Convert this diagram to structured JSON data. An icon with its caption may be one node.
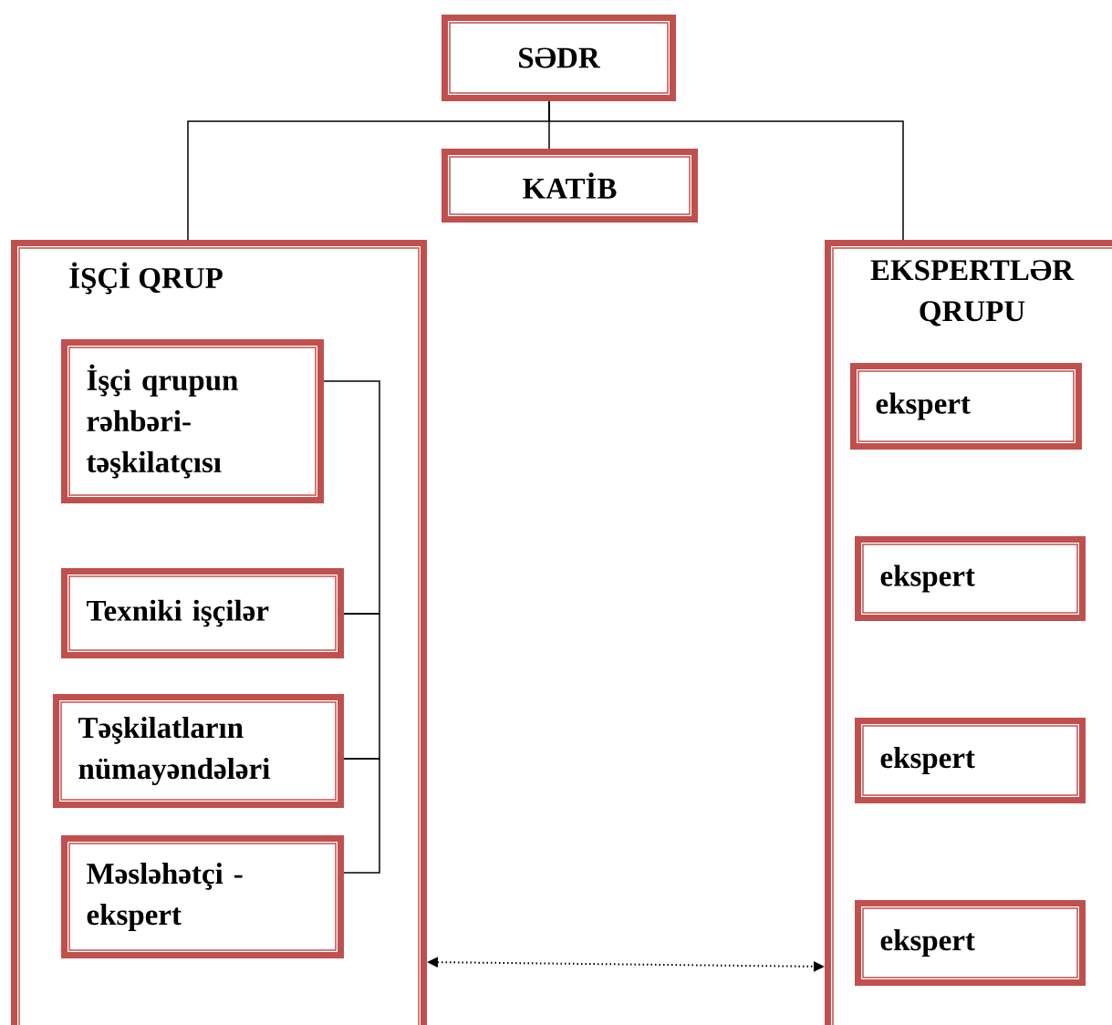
{
  "diagram": {
    "nodes": [
      {
        "text": [
          "SƏDR"
        ]
      },
      {
        "text": [
          "KATİB"
        ]
      },
      {
        "text": [
          "İŞÇİ QRUP"
        ]
      },
      {
        "text": [
          "İşçi qrupun rəhbəri-təşkilatçısı"
        ],
        "in": 2
      },
      {
        "text": [
          "Texniki işçilər"
        ],
        "in": 2
      },
      {
        "text": [
          "Təşkilatların nümayəndələri"
        ],
        "in": 2
      },
      {
        "text": [
          "Məsləhətçi - ekspert"
        ],
        "in": 2
      },
      {
        "text": [
          "EKSPERTLƏR QRUPU"
        ]
      },
      {
        "text": [
          "ekspert"
        ],
        "in": 7
      },
      {
        "text": [
          "ekspert"
        ],
        "in": 7
      },
      {
        "text": [
          "ekspert"
        ],
        "in": 7
      },
      {
        "text": [
          "ekspert"
        ],
        "in": 7
      }
    ],
    "edges": [
      {
        "from": 0,
        "to": 1,
        "arrow": "none"
      },
      {
        "from": 0,
        "to": 2,
        "arrow": "none"
      },
      {
        "from": 0,
        "to": 7,
        "arrow": "none"
      },
      {
        "from": 3,
        "to": 4,
        "arrow": "none"
      },
      {
        "from": 4,
        "to": 5,
        "arrow": "none"
      },
      {
        "from": 5,
        "to": 6,
        "arrow": "none"
      },
      {
        "from": 2,
        "to": 7,
        "arrow": "both",
        "style": "dashed"
      }
    ]
  }
}
